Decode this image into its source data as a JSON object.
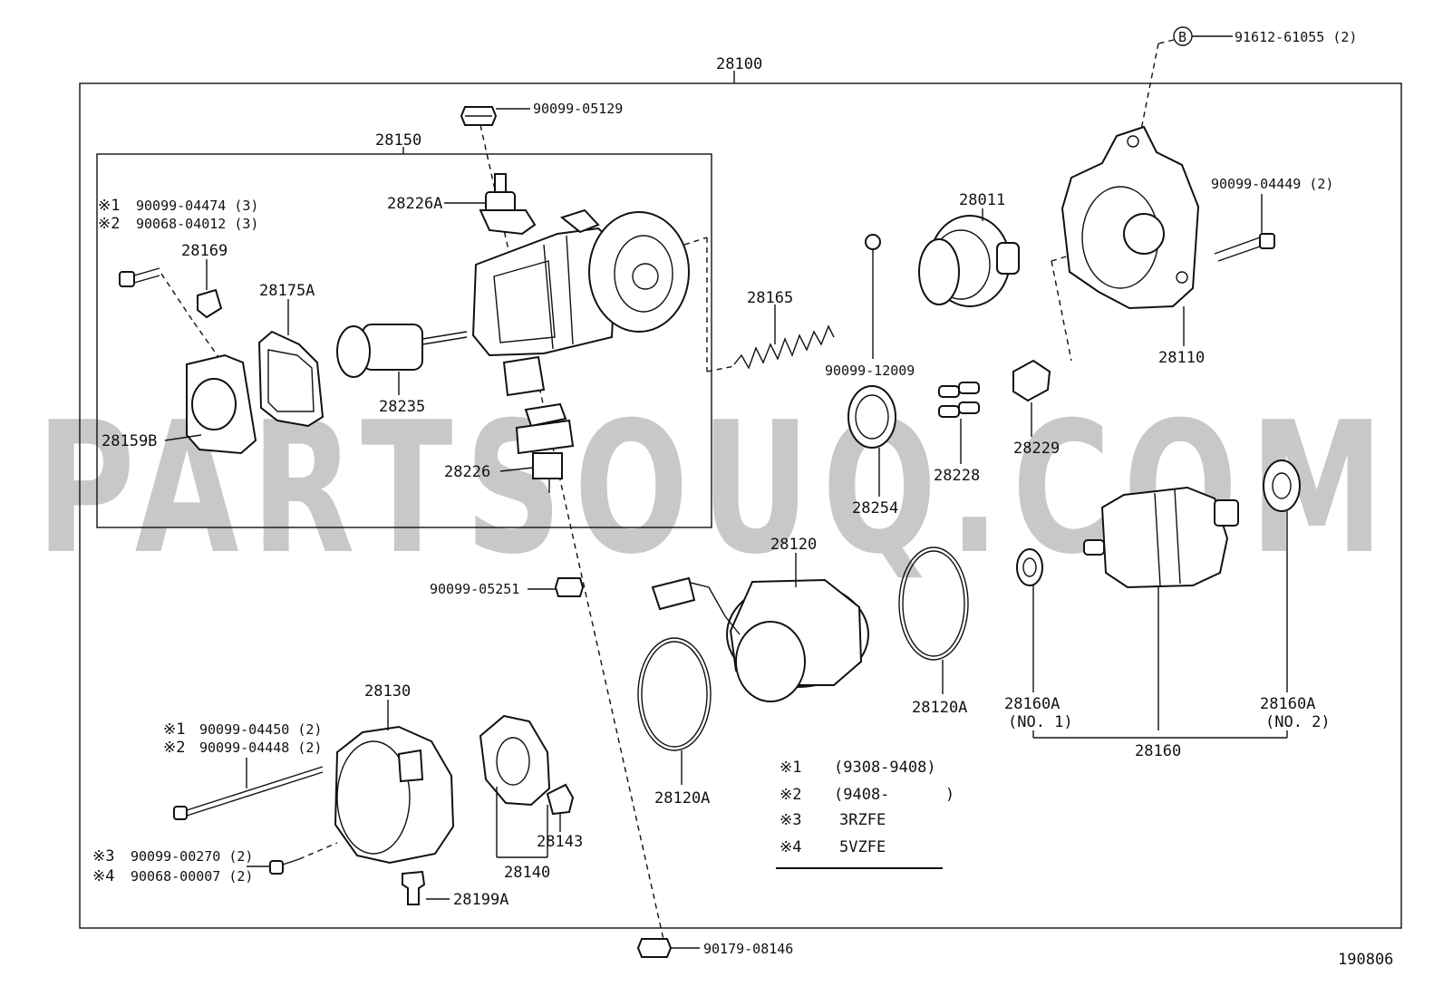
{
  "diagram": {
    "watermark": "PARTSOUQ.COM",
    "figure_number": "190806",
    "assembly_label": "28100",
    "subassembly_label": "28150",
    "callouts": {
      "c_90099_05129": "90099-05129",
      "c_28226A": "28226A",
      "c_note1_a": "※1",
      "c_90099_04474": "90099-04474 (3)",
      "c_note2_a": "※2",
      "c_90068_04012": "90068-04012 (3)",
      "c_28169": "28169",
      "c_28175A": "28175A",
      "c_28235": "28235",
      "c_28159B": "28159B",
      "c_28226": "28226",
      "c_28165": "28165",
      "c_90099_12009": "90099-12009",
      "c_28011": "28011",
      "c_B": "B",
      "c_91612_61055": "91612-61055 (2)",
      "c_90099_04449": "90099-04449 (2)",
      "c_28110": "28110",
      "c_28229": "28229",
      "c_28228": "28228",
      "c_28254": "28254",
      "c_28120": "28120",
      "c_90099_05251": "90099-05251",
      "c_28120A_a": "28120A",
      "c_28120A_b": "28120A",
      "c_28160A_1": "28160A",
      "c_no1": "(NO. 1)",
      "c_28160A_2": "28160A",
      "c_no2": "(NO. 2)",
      "c_28160": "28160",
      "c_28130": "28130",
      "c_note1_b": "※1",
      "c_90099_04450": "90099-04450 (2)",
      "c_note2_b": "※2",
      "c_90099_04448": "90099-04448 (2)",
      "c_note3": "※3",
      "c_90099_00270": "90099-00270 (2)",
      "c_note4": "※4",
      "c_90068_00007": "90068-00007 (2)",
      "c_28199A": "28199A",
      "c_28143": "28143",
      "c_28140": "28140",
      "c_90179_08146": "90179-08146"
    },
    "legend": [
      {
        "mark": "※1",
        "text": "(9308-9408)"
      },
      {
        "mark": "※2",
        "text": "(9408-      )"
      },
      {
        "mark": "※3",
        "text": "3RZFE"
      },
      {
        "mark": "※4",
        "text": "5VZFE"
      }
    ]
  }
}
